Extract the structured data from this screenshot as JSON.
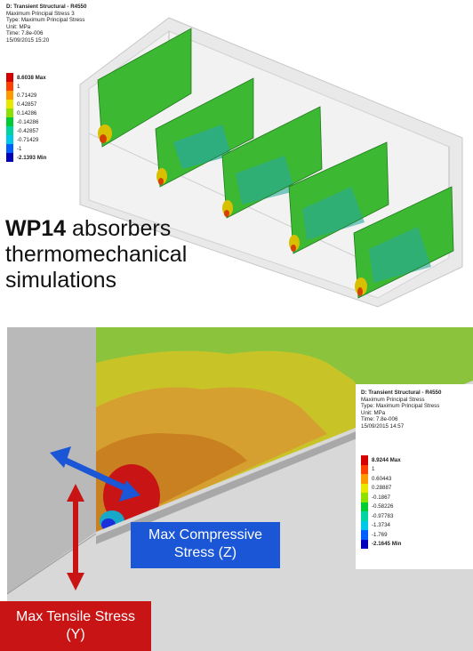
{
  "top_panel": {
    "header": [
      "D: Transient Structural - R4550",
      "Maximum Principal Stress 3",
      "Type: Maximum Principal Stress",
      "Unit: MPa",
      "Time: 7.8e-006",
      "15/09/2015 15:20"
    ],
    "legend": [
      {
        "label": "8.6038 Max",
        "color": "#d40000"
      },
      {
        "label": "1",
        "color": "#ff4000"
      },
      {
        "label": "0.71429",
        "color": "#ff9900"
      },
      {
        "label": "0.42857",
        "color": "#e8e800"
      },
      {
        "label": "0.14286",
        "color": "#8ee000"
      },
      {
        "label": "-0.14286",
        "color": "#00cc33"
      },
      {
        "label": "-0.42857",
        "color": "#00d4a0"
      },
      {
        "label": "-0.71429",
        "color": "#00c8e8"
      },
      {
        "label": "-1",
        "color": "#0060ff"
      },
      {
        "label": "-2.1393 Min",
        "color": "#0000b8"
      }
    ]
  },
  "caption": {
    "bold": "WP14",
    "line1": " absorbers",
    "line2": "thermomechanical",
    "line3": "simulations"
  },
  "bottom_panel": {
    "header": [
      "D: Transient Structural - R4550",
      "Maximum Principal Stress",
      "Type: Maximum Principal Stress",
      "Unit: MPa",
      "Time: 7.8e-006",
      "15/09/2015 14:57"
    ],
    "legend": [
      {
        "label": "8.9244 Max",
        "color": "#d40000"
      },
      {
        "label": "1",
        "color": "#ff4000"
      },
      {
        "label": "0.60443",
        "color": "#ff9900"
      },
      {
        "label": "0.28887",
        "color": "#e8e800"
      },
      {
        "label": "-0.1867",
        "color": "#8ee000"
      },
      {
        "label": "-0.58226",
        "color": "#00cc33"
      },
      {
        "label": "-0.97783",
        "color": "#00d4a0"
      },
      {
        "label": "-1.3734",
        "color": "#00c8e8"
      },
      {
        "label": "-1.769",
        "color": "#0060ff"
      },
      {
        "label": "-2.1645 Min",
        "color": "#0000b8"
      }
    ]
  },
  "annotations": {
    "compressive": {
      "line1": "Max Compressive",
      "line2": "Stress (Z)",
      "color": "#1a56d6"
    },
    "tensile": {
      "line1": "Max Tensile Stress",
      "line2": "(Y)",
      "color": "#c81414"
    }
  }
}
